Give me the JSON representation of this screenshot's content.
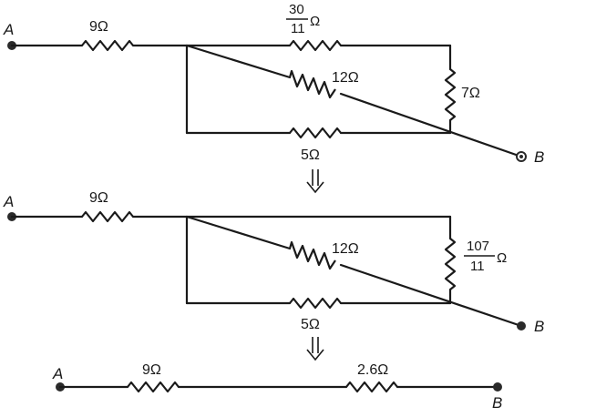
{
  "nodes": {
    "a": "A",
    "b": "B"
  },
  "circuit1": {
    "r_series": "9Ω",
    "r_top_num": "30",
    "r_top_den": "11",
    "r_top_unit": "Ω",
    "r_right": "7Ω",
    "r_diag": "12Ω",
    "r_bottom": "5Ω"
  },
  "circuit2": {
    "r_series": "9Ω",
    "r_diag": "12Ω",
    "r_right_num": "107",
    "r_right_den": "11",
    "r_right_unit": "Ω",
    "r_bottom": "5Ω"
  },
  "circuit3": {
    "r_series": "9Ω",
    "r_equiv": "2.6Ω"
  }
}
